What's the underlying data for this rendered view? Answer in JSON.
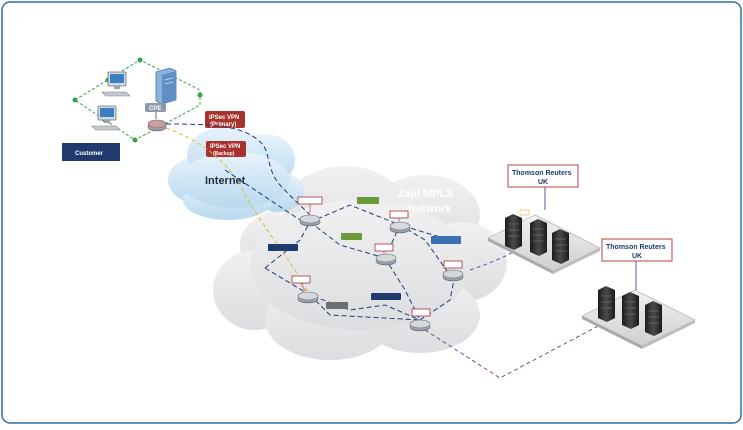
{
  "customer": {
    "cpe_label": "CPE",
    "customer_label": "Customer"
  },
  "vpn": {
    "primary_line1": "IPSec VPN",
    "primary_line2": "(Primary)",
    "backup_line1": "IPSec VPN",
    "backup_line2": "(Backup)"
  },
  "clouds": {
    "internet_label": "Internet",
    "mpls_line1": "Zajil MPLS",
    "mpls_line2": "Network"
  },
  "datacenters": {
    "dc1_line1": "Thomson Reuters",
    "dc1_line2": "UK",
    "dc2_line1": "Thomson Reuters",
    "dc2_line2": "UK"
  },
  "colors": {
    "frame_border": "#2e6da4",
    "cloud_blue": "#cfe6f4",
    "cloud_grey": "#e6e7e9",
    "vpn_red": "#a8322d",
    "tag_navy": "#1f3b6e",
    "tag_green": "#6a9a3a",
    "tag_grey": "#6d6e70",
    "link_purple": "#7b4a9a",
    "link_navy": "#233a7a",
    "link_yellow": "#e4b43a",
    "lan_green": "#3aa14a",
    "dc_box_red": "#b5443a"
  }
}
